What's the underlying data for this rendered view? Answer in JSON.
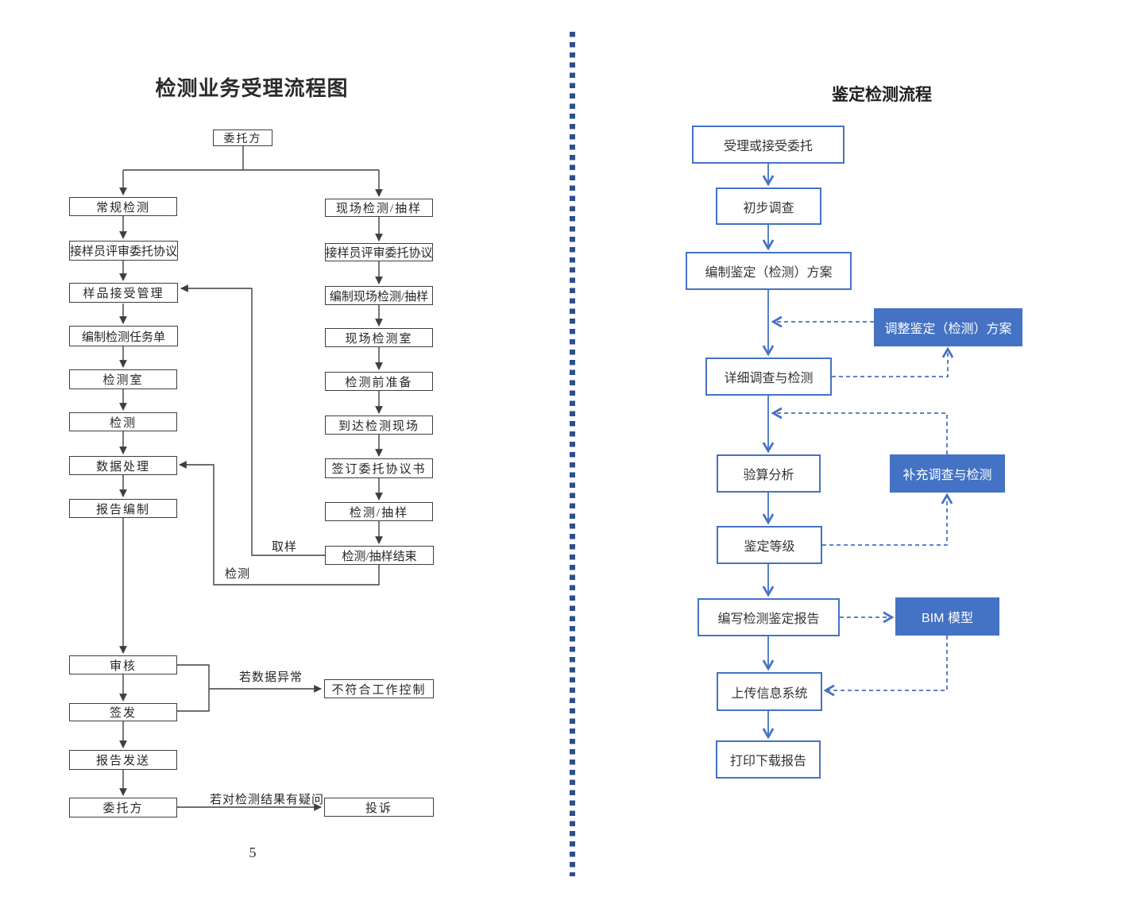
{
  "left": {
    "title": "检测业务受理流程图",
    "nodes": {
      "client_top": "委托方",
      "routine_test": "常规检测",
      "review_agreement_1": "接样员评审委托协议",
      "sample_accept": "样品接受管理",
      "task_sheet": "编制检测任务单",
      "test_room": "检测室",
      "test": "检测",
      "data_process": "数据处理",
      "report_prep": "报告编制",
      "review": "审核",
      "sign_issue": "签发",
      "report_send": "报告发送",
      "client_bottom": "委托方",
      "nonconforming_control": "不符合工作控制",
      "complaint": "投诉",
      "site_test": "现场检测/抽样",
      "review_agreement_2": "接样员评审委托协议",
      "site_plan": "编制现场检测/抽样",
      "site_test_room": "现场检测室",
      "pre_test_prep": "检测前准备",
      "arrive_site": "到达检测现场",
      "sign_agreement": "签订委托协议书",
      "test_sampling": "检测/抽样",
      "test_sampling_end": "检测/抽样结束"
    },
    "edge_labels": {
      "sampling": "取样",
      "testing": "检测",
      "if_data_abnormal": "若数据异常",
      "if_doubt_result": "若对检测结果有疑问"
    },
    "page_number": "5"
  },
  "right": {
    "title": "鉴定检测流程",
    "nodes": {
      "accept_commission": "受理或接受委托",
      "preliminary_survey": "初步调查",
      "make_plan": "编制鉴定（检测）方案",
      "adjust_plan": "调整鉴定（检测）方案",
      "detailed_survey": "详细调查与检测",
      "checking_analysis": "验算分析",
      "supplementary_survey": "补充调查与检测",
      "appraisal_grade": "鉴定等级",
      "write_report": "编写检测鉴定报告",
      "bim_model": "BIM 模型",
      "upload_system": "上传信息系统",
      "print_download": "打印下载报告"
    }
  },
  "colors": {
    "left_line": "#3f3f3f",
    "right_blue": "#4472c4",
    "divider_navy": "#2e4e8e"
  }
}
